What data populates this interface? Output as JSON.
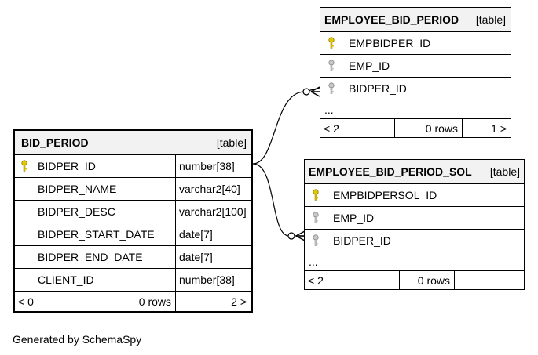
{
  "bid_period": {
    "title": "BID_PERIOD",
    "tag": "[table]",
    "columns": [
      {
        "name": "BIDPER_ID",
        "type": "number[38]",
        "key": "primary"
      },
      {
        "name": "BIDPER_NAME",
        "type": "varchar2[40]",
        "key": "none"
      },
      {
        "name": "BIDPER_DESC",
        "type": "varchar2[100]",
        "key": "none"
      },
      {
        "name": "BIDPER_START_DATE",
        "type": "date[7]",
        "key": "none"
      },
      {
        "name": "BIDPER_END_DATE",
        "type": "date[7]",
        "key": "none"
      },
      {
        "name": "CLIENT_ID",
        "type": "number[38]",
        "key": "none"
      }
    ],
    "footer": {
      "parents": "< 0",
      "rows": "0 rows",
      "children": "2 >"
    }
  },
  "employee_bid_period": {
    "title": "EMPLOYEE_BID_PERIOD",
    "tag": "[table]",
    "columns": [
      {
        "name": "EMPBIDPER_ID",
        "key": "primary"
      },
      {
        "name": "EMP_ID",
        "key": "foreign"
      },
      {
        "name": "BIDPER_ID",
        "key": "foreign"
      }
    ],
    "ellipsis": "...",
    "footer": {
      "parents": "< 2",
      "rows": "0 rows",
      "children": "1 >"
    }
  },
  "employee_bid_period_sol": {
    "title": "EMPLOYEE_BID_PERIOD_SOL",
    "tag": "[table]",
    "columns": [
      {
        "name": "EMPBIDPERSOL_ID",
        "key": "primary"
      },
      {
        "name": "EMP_ID",
        "key": "foreign"
      },
      {
        "name": "BIDPER_ID",
        "key": "foreign"
      }
    ],
    "ellipsis": "...",
    "footer": {
      "parents": "< 2",
      "rows": "0 rows",
      "children": ""
    }
  },
  "footer_note": "Generated by SchemaSpy",
  "colors": {
    "primary_key": "#e0c800",
    "foreign_key": "#b0b0b0",
    "header_bg": "#f2f2f2"
  }
}
